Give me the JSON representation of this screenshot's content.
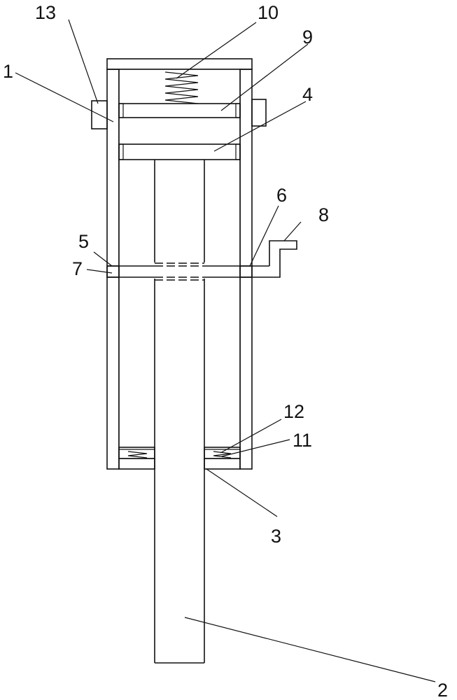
{
  "figure": {
    "labels": {
      "part_1": "1",
      "part_2": "2",
      "part_3": "3",
      "part_4": "4",
      "part_5": "5",
      "part_6": "6",
      "part_7": "7",
      "part_8": "8",
      "part_9": "9",
      "part_10": "10",
      "part_11": "11",
      "part_12": "12",
      "part_13": "13"
    }
  },
  "colors": {
    "line": "#111111",
    "background": "#ffffff",
    "hatch": "#111111"
  }
}
